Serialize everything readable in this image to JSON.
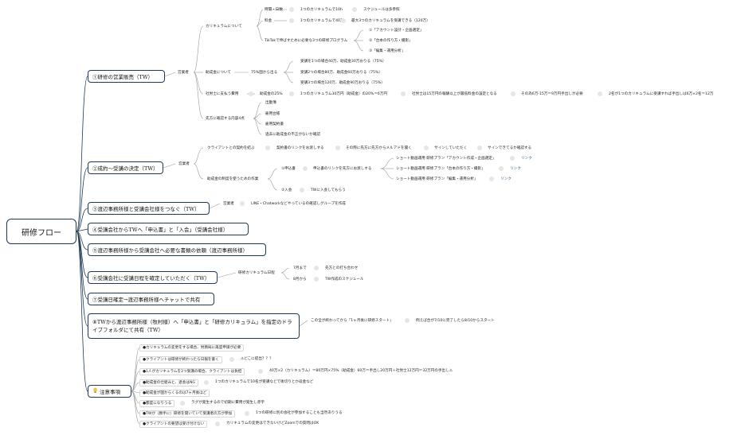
{
  "root": "研修フロー",
  "b1": {
    "title": "①研修の営業販売（TW）",
    "sub": "営業者",
    "curriculum": {
      "label": "カリキュラムについて",
      "time": {
        "label": "時間・日数",
        "c1": "1つのカリキュラムで10h",
        "c2": "スケジュールは多参照"
      },
      "fee": {
        "label": "料金",
        "c1": "1つのカリキュラムで40万",
        "c2": "最大3つのカリキュラムを受講できる（120万）"
      },
      "program": {
        "label": "TikTokで伸ばすために必要な3つの研修プログラム",
        "items": [
          "①「アカウント設計・企画選定」",
          "②「台本の作り方・撮影」",
          "③「編集・運用分析」"
        ]
      }
    },
    "subsidy": {
      "label": "助成金について",
      "rate": "75%国から出る",
      "items": [
        "受講を1つの場合40万、助成金30万おりる（75%）",
        "受講2つの場合80万、助成金60万おりる（75%）",
        "受講3つの場合120万、助成金90万おりる（75%）"
      ]
    },
    "cost": {
      "label": "社労士に支払う費用",
      "c1": "助成金の25%",
      "c2": "1つのカリキュラム30万円（助成金）の20%＝6万円",
      "c3": "社労士は15万円の報酬以上が最低料金の設定となる",
      "c4": "その為6万-15万＝9万円手出しが必要",
      "c5": "2名が1つのカリキュラムに受講すれば手出しは6万×2名＝12万"
    },
    "check": {
      "label": "先方に確認する内容4点",
      "items": [
        "出勤簿",
        "雇用台帳",
        "雇用契約書",
        "過去に助成金の不正がないか確認"
      ]
    }
  },
  "b2": {
    "title": "②成約〜受講の決定（TW）",
    "sub": "営業者",
    "contract": {
      "label": "クライアントとの契約を結ぶ",
      "steps": [
        "契約書のリンクをお渡しする",
        "その際に先方に先方からメルアドを聞く",
        "サインしていただく",
        "サインできてるか確認する"
      ]
    },
    "subsidy": {
      "label": "助成金の制度を使うための作業",
      "apply": {
        "label": "①申込書",
        "c1": "申込書のリンクを先方にお渡しする",
        "plans": [
          {
            "name": "ショート動画運用 研修プラン「アカウント作成・企画選定」",
            "link": "リンク"
          },
          {
            "name": "ショート動画運用 研修プラン「台本の作り方・撮影」",
            "link": "リンク"
          },
          {
            "name": "ショート動画運用 研修プラン「編集・運用分析」",
            "link": "リンク"
          }
        ]
      },
      "join": {
        "label": "②入会",
        "c1": "TWに入会してもらう"
      }
    }
  },
  "b3": {
    "title": "③渡辺事務所様と受講会社様をつなぐ（TW）",
    "sub": "営業者",
    "c1": "LINE・Chatworkなどやっているの確認しグループを作成"
  },
  "b4": {
    "title": "④受講会社からTWへ「申込書」と「入会」（受講会社様）"
  },
  "b5": {
    "title": "⑤渡辺事務所様から受講会社へ必要な書類の依頼（渡辺事務所様）"
  },
  "b6": {
    "title": "⑥受講会社に受講日程を確定していただく（TW）",
    "sub": "研修カリキュラム日程",
    "rows": [
      {
        "label": "7月まで",
        "c1": "先方との打ち合わせ"
      },
      {
        "label": "8月から",
        "c1": "TW作成のスケジュール"
      }
    ]
  },
  "b7": {
    "title": "⑦受講日確定→渡辺事務所様へチャットで共有"
  },
  "b8": {
    "title": "⑧TWから渡辺事務所様（牧村様）へ「申込書」と「研修カリキュラム」を指定のドライブフォルダにて共有（TW）",
    "c1": "この全が終わってから「1ヶ月後に研修スタート」",
    "c2": "例えば合が7/10に完了したら8/10からスタート"
  },
  "b9": {
    "title": "注意事項",
    "notes": [
      "●カリキュラムの変更をする場合、労務局に再度申請が必要",
      "●クライアントは研修が終わったら日報を書く",
      "●1人がカリキュラムを2つ受講の場合、クライアントは負担",
      "●助成金の仕組みと、退会はNG",
      "●助成金が国からくるのは7ヶ月後ほど",
      "●都度になりうる",
      "●TWが（勝手に）研修を開いていて受講者の方が参加",
      "●クライアントの要望は受け付けない"
    ],
    "extras": [
      "",
      "⚠どこに提出？？？",
      "40万×2（カリキュラム）＝80万円×75%（助成金）60万＝手出し20万円＋社労士12万円＝32万円の手出し⚠",
      "1つのカリキュラムで10名が受講などで後切りとか返金など",
      "",
      "ラグが発生するので初期に費用が発生し赤字",
      "1つの研修に別の会社が参加することも当然ありうる",
      "カリキュラムの変更はできないけどZoomでの質問はOK"
    ]
  }
}
